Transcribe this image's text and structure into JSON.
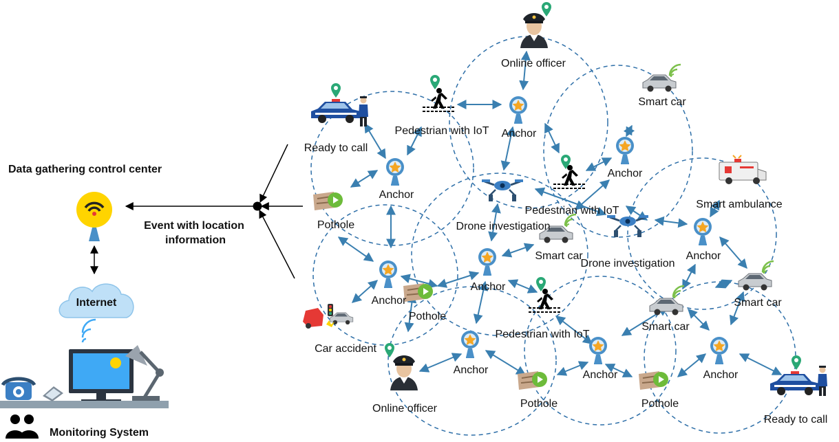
{
  "left_panel": {
    "control_center_title": "Data gathering control center",
    "event_label_line1": "Event with location",
    "event_label_line2": "information",
    "internet_label": "Internet",
    "monitoring_label": "Monitoring System"
  },
  "node_labels": {
    "online_officer_top": "Online officer",
    "ready_to_call_top": "Ready to call",
    "pedestrian_top": "Pedestrian with IoT",
    "anchor_top_center": "Anchor",
    "smart_car_top_right": "Smart car",
    "anchor_left": "Anchor",
    "anchor_upper_right": "Anchor",
    "pedestrian_mid_right": "Pedestrian with IoT",
    "smart_ambulance": "Smart ambulance",
    "pothole_left": "Pothole",
    "drone_left": "Drone investigation",
    "smart_car_center": "Smart car",
    "drone_right": "Drone investigation",
    "anchor_right": "Anchor",
    "anchor_mid_left": "Anchor",
    "anchor_center": "Anchor",
    "smart_car_right": "Smart car",
    "pothole_center": "Pothole",
    "pedestrian_center": "Pedestrian with IoT",
    "smart_car_lower_right": "Smart car",
    "car_accident": "Car accident",
    "anchor_lower_center": "Anchor",
    "anchor_lower_mid": "Anchor",
    "anchor_lower_right": "Anchor",
    "online_officer_bottom": "Online officer",
    "pothole_bottom_mid": "Pothole",
    "pothole_bottom_right": "Pothole",
    "ready_to_call_bottom": "Ready to call"
  },
  "colors": {
    "circle_dash": "#2e6fa8",
    "arrow": "#3a7fb0",
    "anchor_blue": "#4a90c8",
    "star": "#f5a623",
    "pin_green": "#2aa876",
    "pothole_green": "#6dbb3a",
    "signal_green": "#7cc04b",
    "police_blue": "#1f4fa0",
    "monitor_blue": "#3fa9f5",
    "cloud_blue": "#bfe0f7",
    "antenna_yellow": "#ffd400"
  }
}
